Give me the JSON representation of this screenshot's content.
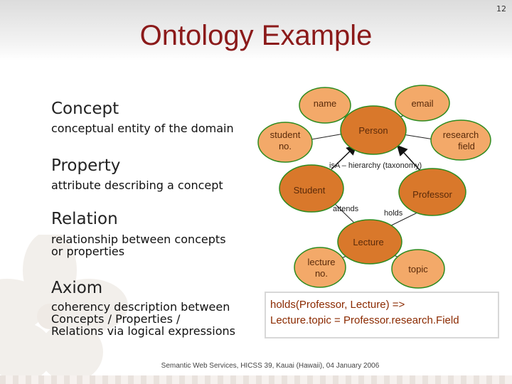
{
  "slide": {
    "page_number": "12",
    "title": "Ontology Example",
    "footer": "Semantic Web Services, HICSS 39, Kauai (Hawaii), 04 January 2006"
  },
  "definitions": [
    {
      "term": "Concept",
      "definition": [
        "conceptual entity of the domain"
      ]
    },
    {
      "term": "Property",
      "definition": [
        "attribute describing a concept"
      ]
    },
    {
      "term": "Relation",
      "definition": [
        "relationship between concepts",
        "or properties"
      ]
    },
    {
      "term": "Axiom",
      "definition": [
        "coherency description between",
        "Concepts / Properties /",
        "Relations via logical expressions"
      ]
    }
  ],
  "diagram": {
    "colors": {
      "concept": "#d9782b",
      "property": "#f3a969",
      "border": "#2e8b1f",
      "label": "#5a2a0a"
    },
    "nodes": {
      "name": [
        "name"
      ],
      "email": [
        "email"
      ],
      "student_no": [
        "student",
        "no."
      ],
      "person": [
        "Person"
      ],
      "research_field": [
        "research",
        "field"
      ],
      "student": [
        "Student"
      ],
      "professor": [
        "Professor"
      ],
      "lecture": [
        "Lecture"
      ],
      "lecture_no": [
        "lecture",
        "no."
      ],
      "topic": [
        "topic"
      ]
    },
    "edges": {
      "isa": "isA – hierarchy (taxonomy)",
      "attends": "attends",
      "holds": "holds"
    }
  },
  "axiom_box": {
    "line1": "holds(Professor, Lecture) =>",
    "line2": "Lecture.topic = Professor.research.Field"
  }
}
